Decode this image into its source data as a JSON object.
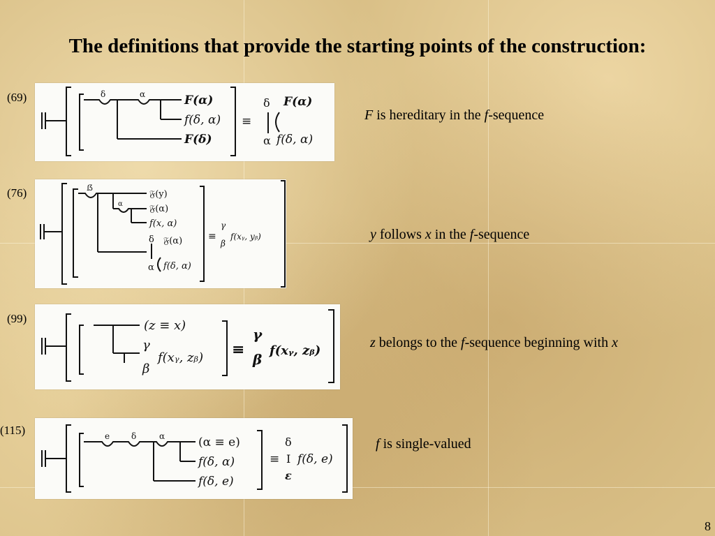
{
  "title": "The definitions that provide the starting points of the construction:",
  "page_number": "8",
  "definitions": [
    {
      "label": "(69)",
      "description": [
        "F",
        " is hereditary in the ",
        "f",
        "-sequence"
      ],
      "formula": {
        "vars": [
          "δ",
          "α"
        ],
        "lines": [
          "F(α)",
          "f(δ, α)",
          "F(δ)"
        ],
        "equiv": "≡",
        "rhs_top": "δ",
        "rhs_bottom": "α",
        "rhs_upper": "F(α)",
        "rhs_lower": "f(δ, α)"
      }
    },
    {
      "label": "(76)",
      "description": [
        "y",
        " follows ",
        "x",
        " in the ",
        "f",
        "-sequence"
      ],
      "formula": {
        "vars": [
          "ẞ",
          "α"
        ],
        "lines": [
          "𝔉(y)",
          "𝔉(α)",
          "f(x, α)",
          "𝔉(α)",
          "f(δ, α)"
        ],
        "inner_top": "δ",
        "inner_bottom": "α",
        "equiv": "≡",
        "rhs_top": "γ",
        "rhs_bottom": "β",
        "rhs": "f(xᵧ, yᵦ)"
      }
    },
    {
      "label": "(99)",
      "description": [
        "z",
        " belongs to the ",
        "f",
        "-sequence beginning with ",
        "x"
      ],
      "formula": {
        "lines": [
          "(z ≡ x)",
          "f(xᵧ, zᵦ)"
        ],
        "inner_top": "γ",
        "inner_bottom": "β",
        "equiv": "≡",
        "rhs_top": "γ",
        "rhs_bottom": "β",
        "rhs": "f(xᵧ, zᵦ)"
      }
    },
    {
      "label": "(115)",
      "description": [
        "f",
        " is single-valued"
      ],
      "formula": {
        "vars": [
          "e",
          "δ",
          "α"
        ],
        "lines": [
          "(α ≡ e)",
          "f(δ, α)",
          "f(δ, e)"
        ],
        "equiv": "≡",
        "rhs_top": "δ",
        "rhs_mid": "I",
        "rhs_bottom": "ε",
        "rhs": "f(δ, e)"
      }
    }
  ]
}
